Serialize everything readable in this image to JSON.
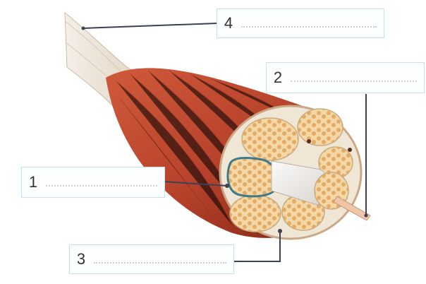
{
  "labels": [
    {
      "id": "label-1",
      "number": "1"
    },
    {
      "id": "label-2",
      "number": "2"
    },
    {
      "id": "label-3",
      "number": "3"
    },
    {
      "id": "label-4",
      "number": "4"
    }
  ],
  "colors": {
    "muscle": "#b8432c",
    "muscle_dark": "#8e2a1a",
    "muscle_light": "#d8694a",
    "tendon": "#ece2d6",
    "fascicle": "#f1d3a0",
    "fiber": "#e8b36d",
    "perimysium": "#3f7a86",
    "leader_line": "#3b4256",
    "box_border": "#bfe3ef"
  }
}
